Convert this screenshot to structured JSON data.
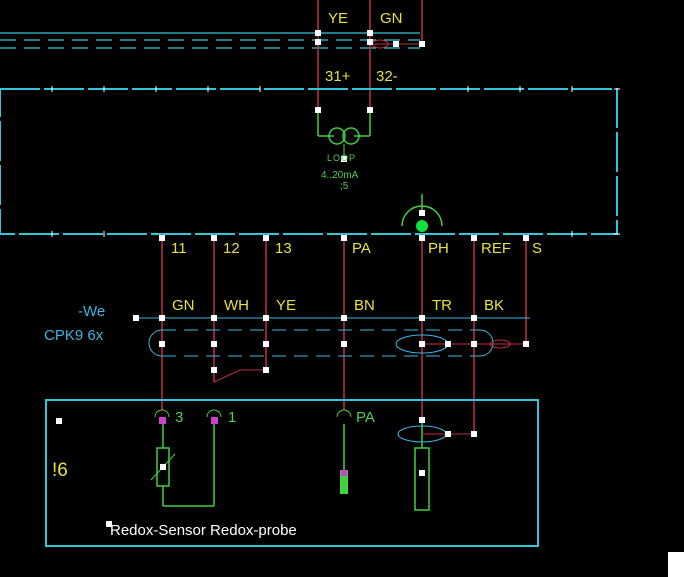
{
  "top_wires": {
    "ye": "YE",
    "gn": "GN"
  },
  "loop_terminals": {
    "t31": "31+",
    "t32": "32-"
  },
  "loop": {
    "label": "LOOP",
    "range": "4..20mA",
    "ref": ";5"
  },
  "terminals": [
    "11",
    "12",
    "13",
    "PA",
    "PH",
    "REF",
    "S"
  ],
  "cable": {
    "tag": "-We",
    "type": "CPK9 6x"
  },
  "cable_cores": [
    "GN",
    "WH",
    "YE",
    "BN",
    "TR",
    "BK"
  ],
  "sensor_pins": {
    "p3": "3",
    "p1": "1",
    "pa": "PA"
  },
  "frame_tag": "!6",
  "sensor_label": "Redox-Sensor Redox-probe",
  "colors": {
    "wire_red": "#c03040",
    "frame_cyan": "#30c8d8",
    "label_yellow": "#e8e040",
    "cable_blue": "#3ab6e0",
    "green": "#40d040"
  }
}
